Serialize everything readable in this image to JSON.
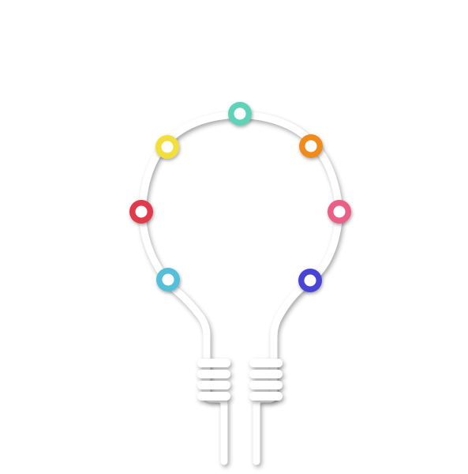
{
  "diagram": {
    "shape": "lightbulb",
    "background_color": "#ffffff",
    "stroke_color": "#ffffff",
    "shadow_color": "#9a9a9a",
    "node_center_color": "#ffffff",
    "nodes": [
      {
        "id": "node-red",
        "color": "#e03a4e"
      },
      {
        "id": "node-yellow",
        "color": "#f3df3a"
      },
      {
        "id": "node-teal",
        "color": "#5ed3b7"
      },
      {
        "id": "node-orange",
        "color": "#ef8a1e"
      },
      {
        "id": "node-pink",
        "color": "#e95f86"
      },
      {
        "id": "node-blue",
        "color": "#4a44d4"
      },
      {
        "id": "node-cyan",
        "color": "#52bfd8"
      }
    ]
  }
}
